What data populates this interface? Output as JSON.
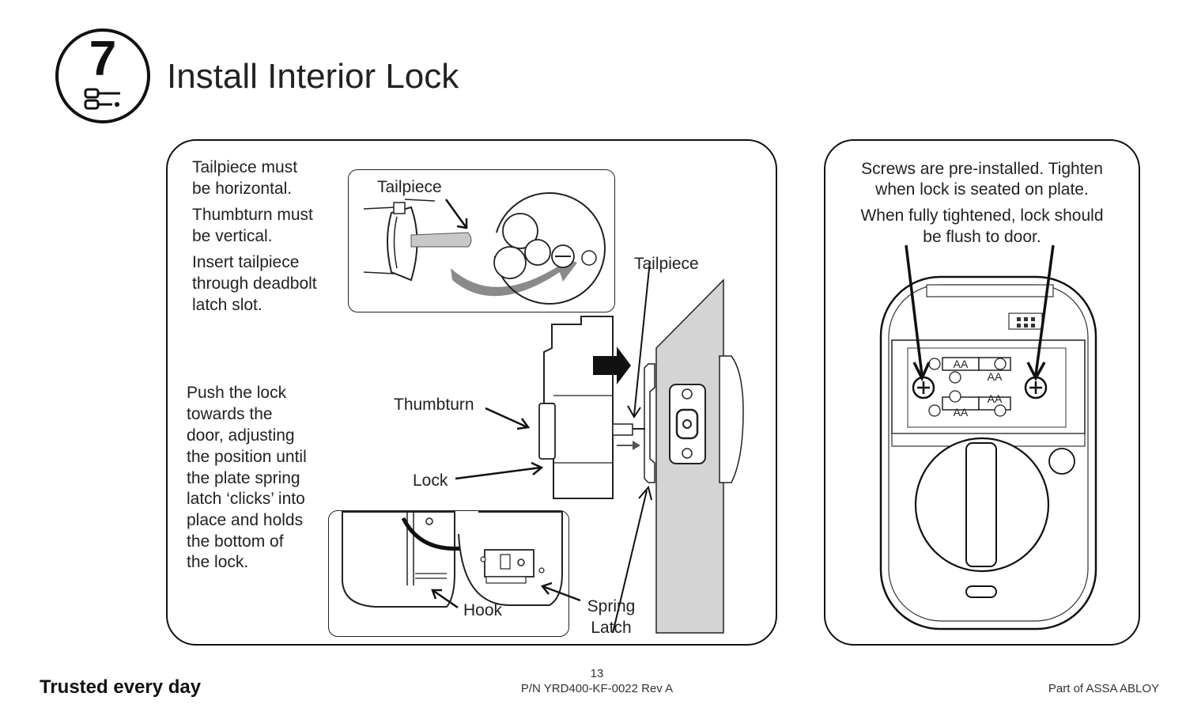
{
  "step": {
    "number": "7",
    "icon": "screwdriver-icon"
  },
  "title": "Install Interior Lock",
  "left_panel": {
    "intro": [
      "Tailpiece must",
      "be horizontal.",
      "Thumbturn must",
      "be vertical.",
      "Insert tailpiece",
      "through deadbolt",
      "latch slot."
    ],
    "push_text": [
      "Push the lock",
      "towards the",
      "door, adjusting",
      "the position until",
      "the plate spring",
      "latch ‘clicks’ into",
      "place and holds",
      "the bottom of",
      "the lock."
    ],
    "labels": {
      "inset_tailpiece": "Tailpiece",
      "tailpiece": "Tailpiece",
      "thumbturn": "Thumbturn",
      "lock": "Lock",
      "hook": "Hook",
      "spring_latch_1": "Spring",
      "spring_latch_2": "Latch"
    }
  },
  "right_panel": {
    "line1": "Screws are pre-installed. Tighten",
    "line2": "when lock is seated on plate.",
    "line3": "When fully tightened, lock should",
    "line4": "be flush to door.",
    "battery_label": "AA"
  },
  "footer": {
    "brand": "Trusted every day",
    "page_number": "13",
    "part_number": "P/N YRD400-KF-0022  Rev A",
    "parent": "Part of ASSA ABLOY"
  }
}
